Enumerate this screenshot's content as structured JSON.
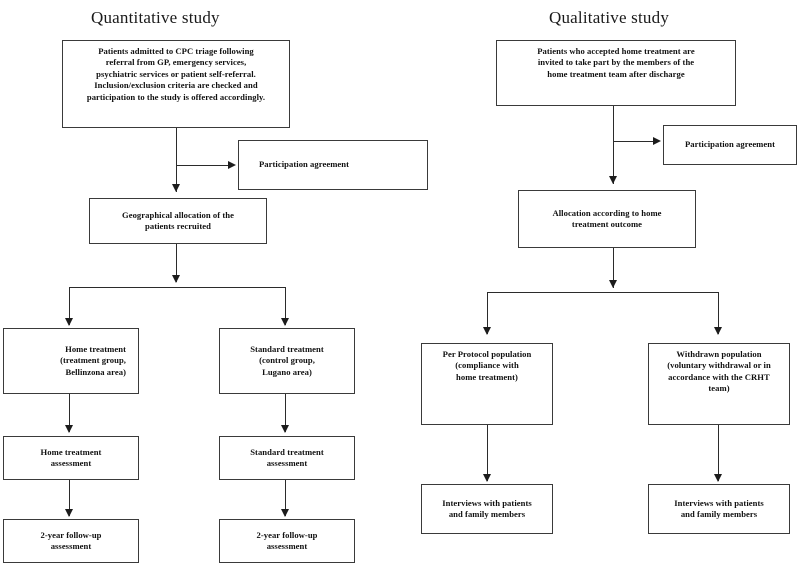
{
  "figure": {
    "type": "flowchart",
    "background_color": "#ffffff",
    "box_border_color": "#3a3a3a",
    "connector_color": "#2b2b2b",
    "text_color": "#111111"
  },
  "columns": [
    {
      "id": "quantitative",
      "title": "Quantitative study"
    },
    {
      "id": "qualitative",
      "title": "Qualitative study"
    }
  ],
  "quantitative": {
    "title": "Quantitative study",
    "nodes": {
      "intake": "Patients admitted to CPC triage following\nreferral from GP, emergency services,\npsychiatric services or patient self-referral.\nInclusion/exclusion criteria are checked and\nparticipation to the study is offered accordingly.",
      "participation_agreement": "Participation agreement",
      "geographical_allocation": "Geographical allocation of the\npatients recruited",
      "home_treatment": "Home treatment\n(treatment group,\nBellinzona area)",
      "standard_treatment": "Standard treatment\n(control group,\nLugano area)",
      "home_treatment_assessment": "Home treatment\nassessment",
      "standard_treatment_assessment": "Standard treatment\nassessment",
      "home_followup": "2-year follow-up\nassessment",
      "standard_followup": "2-year follow-up\nassessment"
    }
  },
  "qualitative": {
    "title": "Qualitative study",
    "nodes": {
      "invitation": "Patients who accepted home treatment are\ninvited to take part by the members of the\nhome treatment team after discharge",
      "participation_agreement": "Participation agreement",
      "allocation": "Allocation according to home\ntreatment outcome",
      "per_protocol": "Per Protocol population\n(compliance with\nhome treatment)",
      "withdrawn": "Withdrawn population\n(voluntary withdrawal or in\naccordance with the CRHT\nteam)",
      "interviews_per_protocol": "Interviews with patients\nand family members",
      "interviews_withdrawn": "Interviews with patients\nand family members"
    }
  }
}
